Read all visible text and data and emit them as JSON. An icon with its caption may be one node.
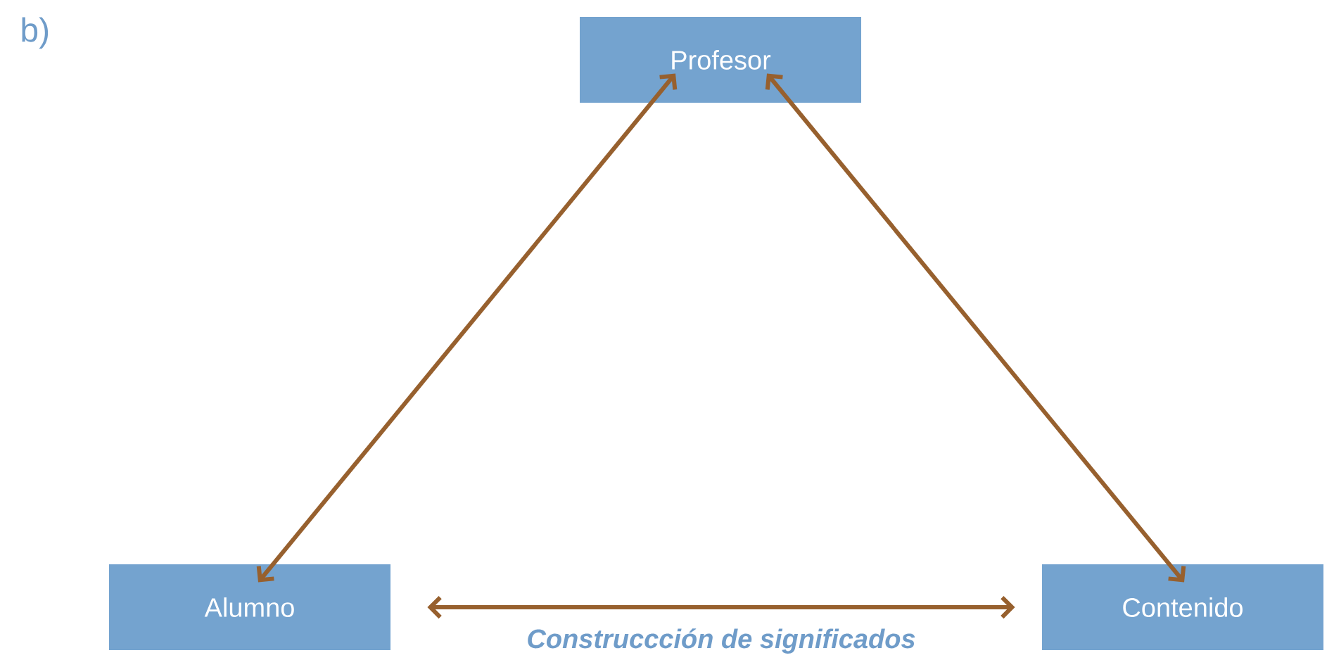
{
  "diagram": {
    "nodes": [
      {
        "text": [
          "Profesor"
        ]
      },
      {
        "text": [
          "Alumno"
        ]
      },
      {
        "text": [
          "Contenido"
        ]
      }
    ],
    "edges": [
      {
        "from": 1,
        "to": 0,
        "arrow": "both"
      },
      {
        "from": 2,
        "to": 0,
        "arrow": "both"
      },
      {
        "from": 1,
        "to": 2,
        "arrow": "both",
        "label": "Construccción de significados"
      }
    ],
    "labels": [
      "b)"
    ]
  }
}
